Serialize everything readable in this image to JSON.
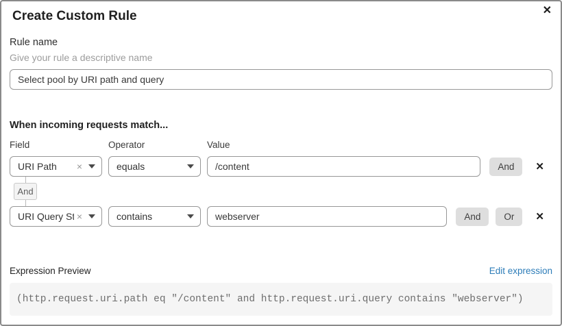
{
  "dialog": {
    "title": "Create Custom Rule"
  },
  "icons": {
    "close": "✕",
    "remove_row": "✕",
    "clear_select": "×"
  },
  "rule_name": {
    "label": "Rule name",
    "helper": "Give your rule a descriptive name",
    "value": "Select pool by URI path and query"
  },
  "builder": {
    "heading": "When incoming requests match...",
    "columns": {
      "field": "Field",
      "operator": "Operator",
      "value": "Value"
    },
    "connector_label": "And",
    "rows": [
      {
        "field": "URI Path",
        "operator": "equals",
        "value": "/content",
        "buttons": {
          "and": "And"
        }
      },
      {
        "field": "URI Query St...",
        "operator": "contains",
        "value": "webserver",
        "buttons": {
          "and": "And",
          "or": "Or"
        }
      }
    ]
  },
  "preview": {
    "label": "Expression Preview",
    "edit_link": "Edit expression",
    "expression": "(http.request.uri.path eq \"/content\" and http.request.uri.query contains \"webserver\")"
  },
  "colors": {
    "link_blue": "#2c7cb8",
    "button_gray": "#dedede",
    "code_background": "#f5f5f5",
    "border_gray": "#979797"
  }
}
